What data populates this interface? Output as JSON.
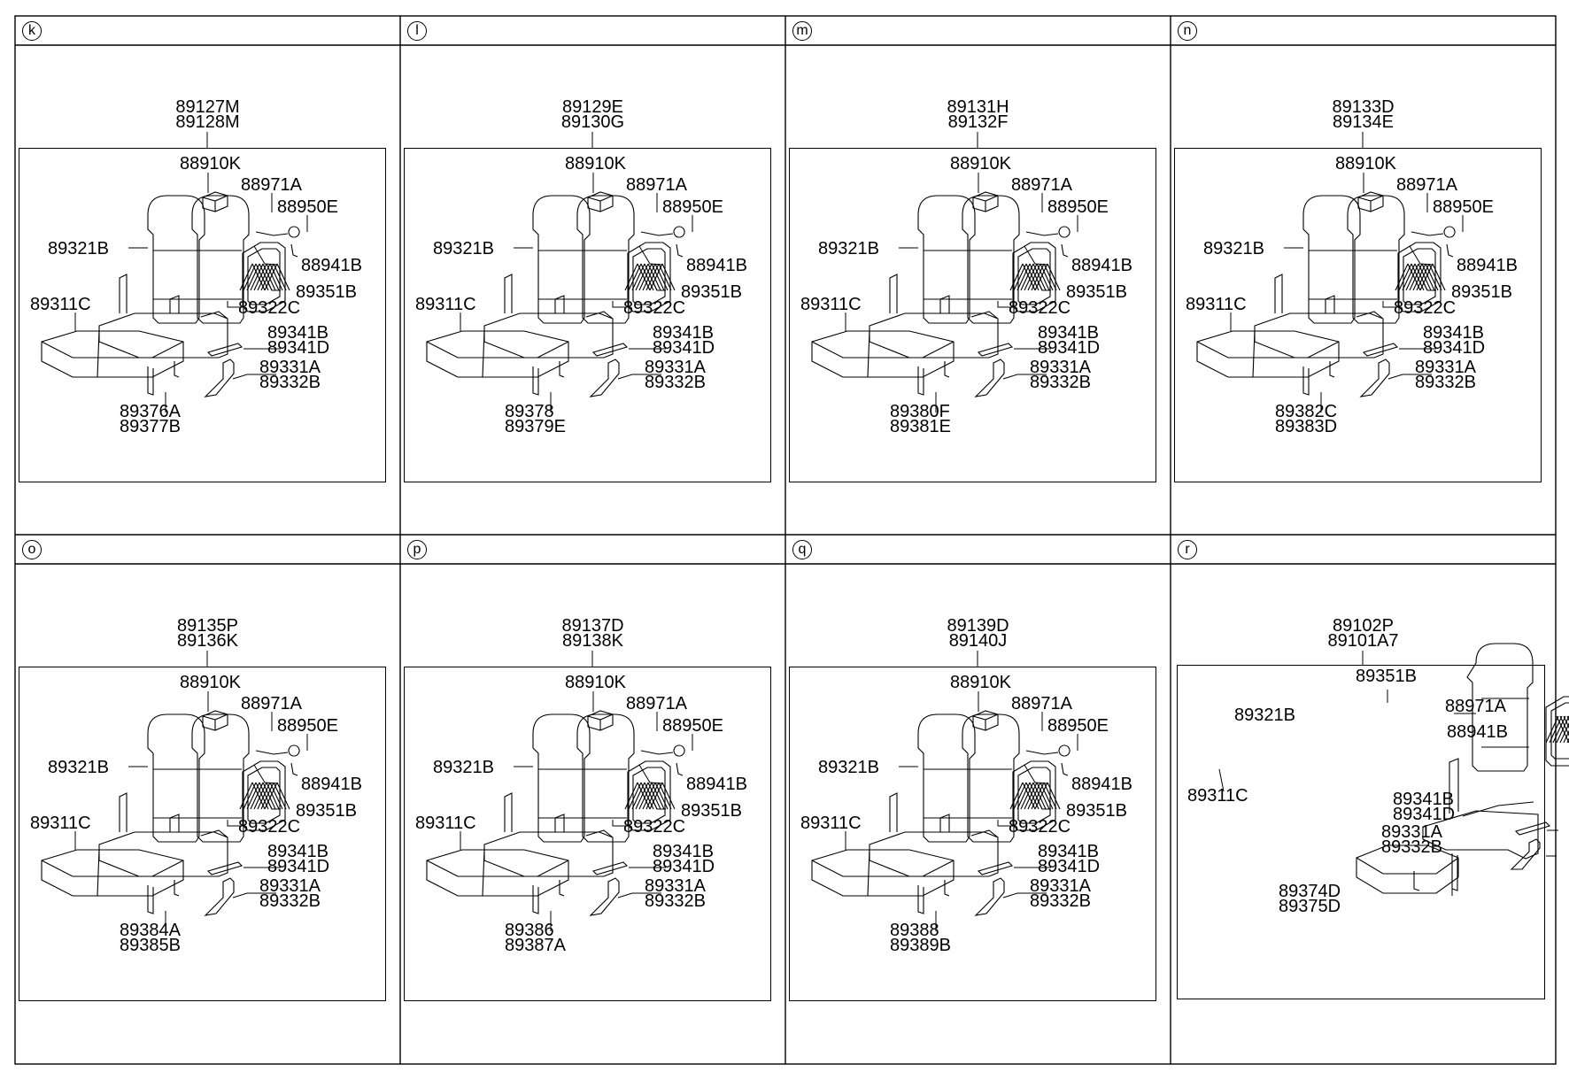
{
  "panels": [
    {
      "badge": "k",
      "assembly": [
        "89127M",
        "89128M"
      ],
      "base": [
        "89376A",
        "89377B"
      ],
      "parts": {
        "headrest": "88910K",
        "handle": "88971A",
        "hook": "88950E",
        "net": "88941B",
        "panel": "89351B",
        "back_left": "89321B",
        "back_right": "89322C",
        "cushion": "89311C",
        "bracket": [
          "89341B",
          "89341D"
        ],
        "cover": [
          "89331A",
          "89332B"
        ]
      }
    },
    {
      "badge": "l",
      "assembly": [
        "89129E",
        "89130G"
      ],
      "base": [
        "89378",
        "89379E"
      ],
      "parts": {
        "headrest": "88910K",
        "handle": "88971A",
        "hook": "88950E",
        "net": "88941B",
        "panel": "89351B",
        "back_left": "89321B",
        "back_right": "89322C",
        "cushion": "89311C",
        "bracket": [
          "89341B",
          "89341D"
        ],
        "cover": [
          "89331A",
          "89332B"
        ]
      }
    },
    {
      "badge": "m",
      "assembly": [
        "89131H",
        "89132F"
      ],
      "base": [
        "89380F",
        "89381E"
      ],
      "parts": {
        "headrest": "88910K",
        "handle": "88971A",
        "hook": "88950E",
        "net": "88941B",
        "panel": "89351B",
        "back_left": "89321B",
        "back_right": "89322C",
        "cushion": "89311C",
        "bracket": [
          "89341B",
          "89341D"
        ],
        "cover": [
          "89331A",
          "89332B"
        ]
      }
    },
    {
      "badge": "n",
      "assembly": [
        "89133D",
        "89134E"
      ],
      "base": [
        "89382C",
        "89383D"
      ],
      "parts": {
        "headrest": "88910K",
        "handle": "88971A",
        "hook": "88950E",
        "net": "88941B",
        "panel": "89351B",
        "back_left": "89321B",
        "back_right": "89322C",
        "cushion": "89311C",
        "bracket": [
          "89341B",
          "89341D"
        ],
        "cover": [
          "89331A",
          "89332B"
        ]
      }
    },
    {
      "badge": "o",
      "assembly": [
        "89135P",
        "89136K"
      ],
      "base": [
        "89384A",
        "89385B"
      ],
      "parts": {
        "headrest": "88910K",
        "handle": "88971A",
        "hook": "88950E",
        "net": "88941B",
        "panel": "89351B",
        "back_left": "89321B",
        "back_right": "89322C",
        "cushion": "89311C",
        "bracket": [
          "89341B",
          "89341D"
        ],
        "cover": [
          "89331A",
          "89332B"
        ]
      }
    },
    {
      "badge": "p",
      "assembly": [
        "89137D",
        "89138K"
      ],
      "base": [
        "89386",
        "89387A"
      ],
      "parts": {
        "headrest": "88910K",
        "handle": "88971A",
        "hook": "88950E",
        "net": "88941B",
        "panel": "89351B",
        "back_left": "89321B",
        "back_right": "89322C",
        "cushion": "89311C",
        "bracket": [
          "89341B",
          "89341D"
        ],
        "cover": [
          "89331A",
          "89332B"
        ]
      }
    },
    {
      "badge": "q",
      "assembly": [
        "89139D",
        "89140J"
      ],
      "base": [
        "89388",
        "89389B"
      ],
      "parts": {
        "headrest": "88910K",
        "handle": "88971A",
        "hook": "88950E",
        "net": "88941B",
        "panel": "89351B",
        "back_left": "89321B",
        "back_right": "89322C",
        "cushion": "89311C",
        "bracket": [
          "89341B",
          "89341D"
        ],
        "cover": [
          "89331A",
          "89332B"
        ]
      }
    },
    {
      "badge": "r",
      "assembly": [
        "89102P",
        "89101A7"
      ],
      "base": [
        "89374D",
        "89375D"
      ],
      "single": true,
      "parts": {
        "panel": "89351B",
        "handle": "88971A",
        "net": "88941B",
        "back_left": "89321B",
        "cushion": "89311C",
        "bracket": [
          "89341B",
          "89341D"
        ],
        "cover": [
          "89331A",
          "89332B"
        ]
      }
    }
  ]
}
